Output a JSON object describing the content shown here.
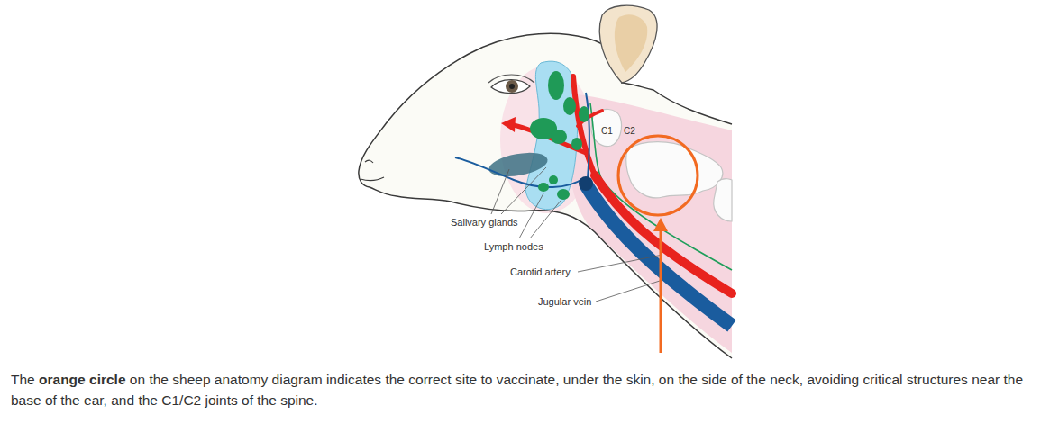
{
  "diagram": {
    "caption": "The orange circle on the sheep anatomy diagram indicates the correct site to vaccinate, under the skin, on the side of the neck, avoiding critical structures near the base of the ear, and the C1/C2 joints of the spine.",
    "labels": [
      "C1",
      "C2",
      "Salivary glands",
      "Lymph nodes",
      "Carotid artery",
      "Jugular vein"
    ]
  }
}
